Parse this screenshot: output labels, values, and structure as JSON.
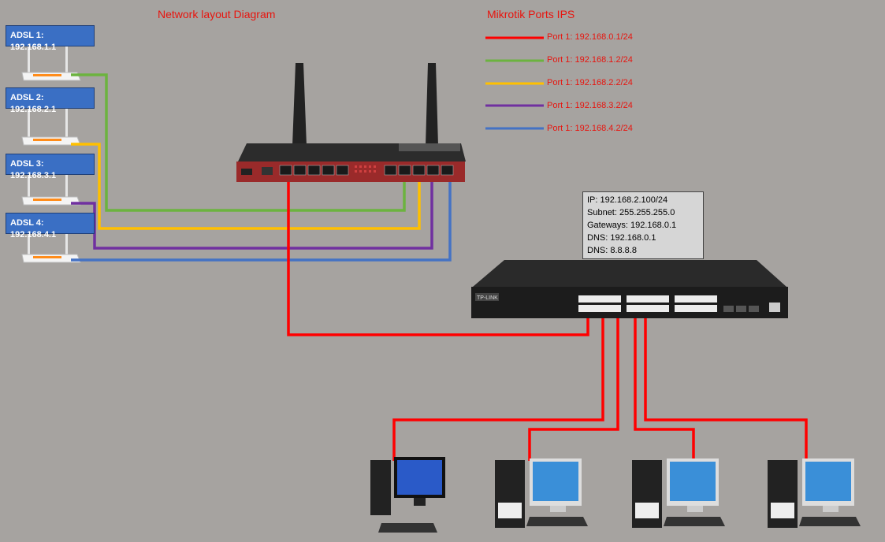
{
  "title": "Network layout Diagram",
  "legend_title": "Mikrotik Ports IPS",
  "adsl": [
    {
      "label": "ADSL 1: 192.168.1.1"
    },
    {
      "label": "ADSL 2: 192.168.2.1"
    },
    {
      "label": "ADSL 3: 192.168.3.1"
    },
    {
      "label": "ADSL 4: 192.168.4.1"
    }
  ],
  "legend": [
    {
      "label": "Port 1: 192.168.0.1/24",
      "color": "#ff0000"
    },
    {
      "label": "Port 1: 192.168.1.2/24",
      "color": "#6cb33f"
    },
    {
      "label": "Port 1: 192.168.2.2/24",
      "color": "#ffc000"
    },
    {
      "label": "Port 1: 192.168.3.2/24",
      "color": "#7030a0"
    },
    {
      "label": "Port 1: 192.168.4.2/24",
      "color": "#4472c4"
    }
  ],
  "info": {
    "ip": "IP: 192.168.2.100/24",
    "subnet": "Subnet: 255.255.255.0",
    "gateway": "Gateways: 192.168.0.1",
    "dns1": "DNS: 192.168.0.1",
    "dns2": "DNS: 8.8.8.8"
  },
  "switch_brand": "TP-LINK",
  "devices": [
    "modem-1",
    "modem-2",
    "modem-3",
    "modem-4",
    "mikrotik-router",
    "tp-link-switch",
    "pc-1",
    "pc-2",
    "pc-3",
    "pc-4"
  ]
}
